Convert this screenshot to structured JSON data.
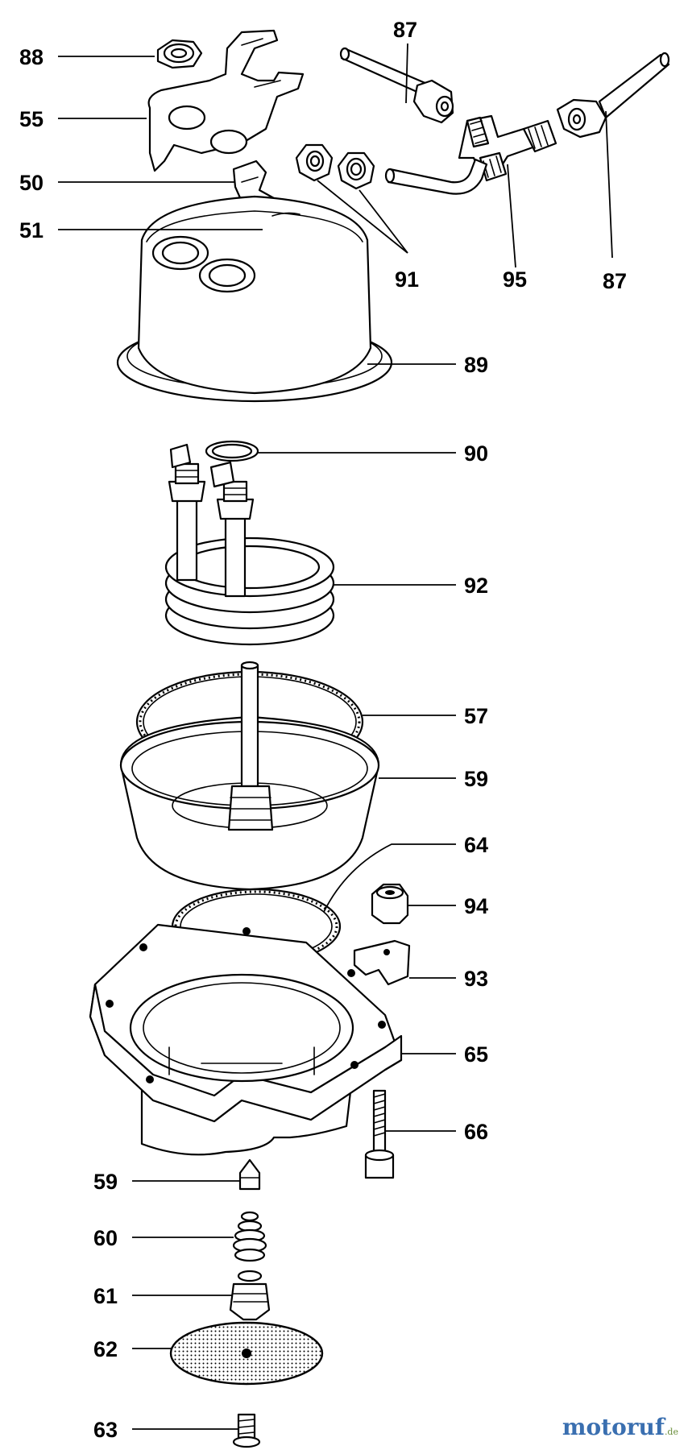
{
  "labels": {
    "l88": "88",
    "l55": "55",
    "l50": "50",
    "l51": "51",
    "l87a": "87",
    "l91": "91",
    "l95": "95",
    "l87b": "87",
    "l89": "89",
    "l90": "90",
    "l92": "92",
    "l57": "57",
    "l59a": "59",
    "l64": "64",
    "l94": "94",
    "l93": "93",
    "l65": "65",
    "l66": "66",
    "l59b": "59",
    "l60": "60",
    "l61": "61",
    "l62": "62",
    "l63": "63"
  },
  "watermark": {
    "name": "motoruf",
    "suffix": ".de"
  },
  "colors": {
    "line": "#000000",
    "watermark_primary": "#3a6fb0",
    "watermark_accent": "#d8632a"
  }
}
